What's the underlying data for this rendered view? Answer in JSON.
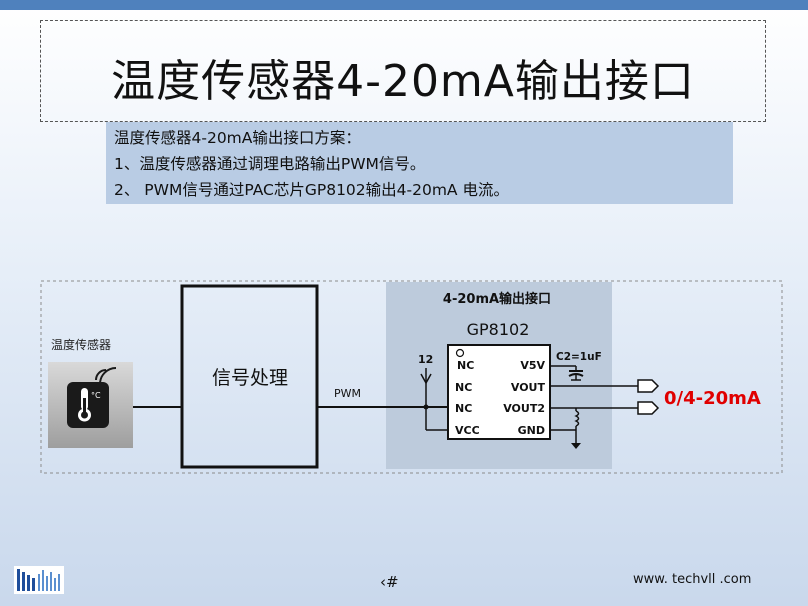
{
  "slide": {
    "title": "温度传感器4-20mA输出接口",
    "description_lines": [
      "温度传感器4-20mA输出接口方案：",
      "1、温度传感器通过调理电路输出PWM信号。",
      "2、 PWM信号通过PAC芯片GP8102输出4-20mA 电流。"
    ]
  },
  "diagram": {
    "sensor_label": "温度传感器",
    "sensor_icon_text": "°C",
    "processing_block_label": "信号处理",
    "pwm_label": "PWM",
    "interface_block_title": "4-20mA输出接口",
    "chip_name": "GP8102",
    "supply_label": "12",
    "pins_left": [
      "NC",
      "NC",
      "NC",
      "VCC"
    ],
    "pins_right": [
      "V5V",
      "VOUT",
      "VOUT2",
      "GND"
    ],
    "capacitor_label": "C2=1uF",
    "output_label": "0/4-20mA",
    "output_color": "#e00000"
  },
  "footer": {
    "page_mark": "‹#",
    "url": "www. techvll .com"
  }
}
